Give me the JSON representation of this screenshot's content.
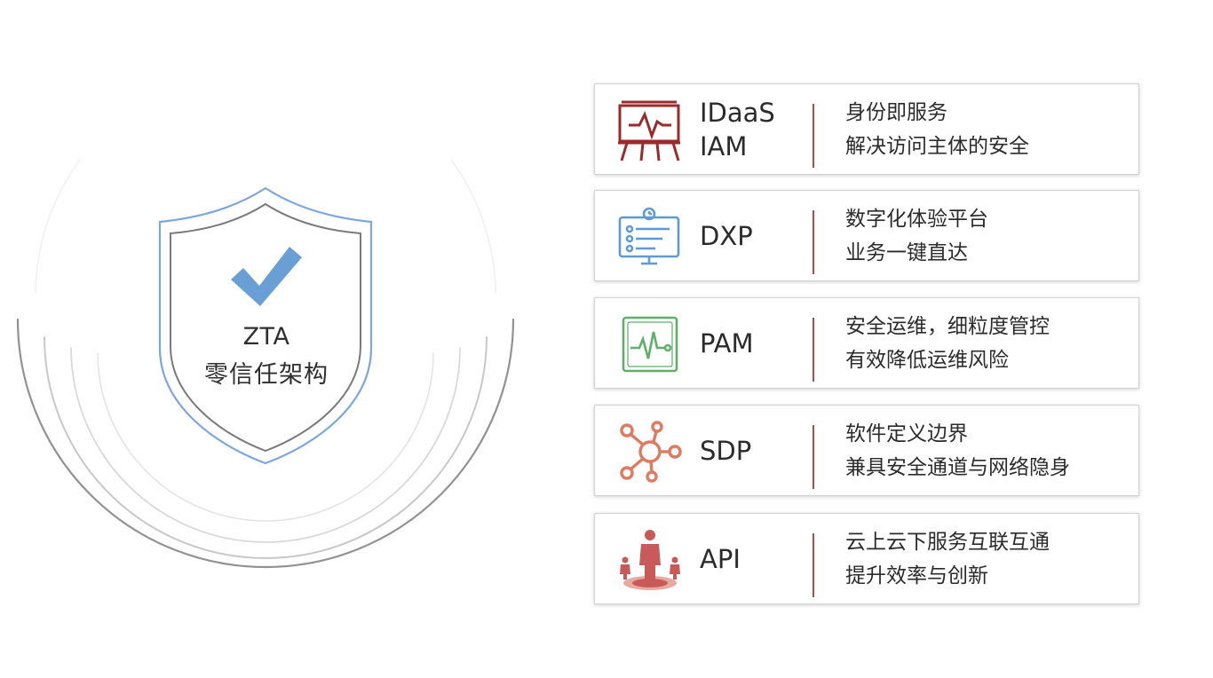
{
  "shield": {
    "title": "ZTA",
    "subtitle": "零信任架构",
    "check_icon": "checkmark-icon",
    "check_color": "#6a9fd6"
  },
  "cards": [
    {
      "icon": "presentation-board-icon",
      "icon_color": "#9b2a2a",
      "label_lines": [
        "IDaaS",
        "IAM"
      ],
      "desc_lines": [
        "身份即服务",
        "解决访问主体的安全"
      ]
    },
    {
      "icon": "monitor-checklist-icon",
      "icon_color": "#5f9bd3",
      "label_lines": [
        "DXP"
      ],
      "desc_lines": [
        "数字化体验平台",
        "业务一键直达"
      ]
    },
    {
      "icon": "pulse-monitor-icon",
      "icon_color": "#5fae6a",
      "label_lines": [
        "PAM"
      ],
      "desc_lines": [
        "安全运维，细粒度管控",
        "有效降低运维风险"
      ]
    },
    {
      "icon": "network-hub-icon",
      "icon_color": "#e07a5f",
      "label_lines": [
        "SDP"
      ],
      "desc_lines": [
        "软件定义边界",
        "兼具安全通道与网络隐身"
      ]
    },
    {
      "icon": "people-network-icon",
      "icon_color": "#c85a5a",
      "label_lines": [
        "API"
      ],
      "desc_lines": [
        "云上云下服务互联互通",
        "提升效率与创新"
      ]
    }
  ],
  "colors": {
    "divider": "#b94a4a",
    "shield_outer": "#7ea6de",
    "shield_inner": "#7a7a7a"
  }
}
